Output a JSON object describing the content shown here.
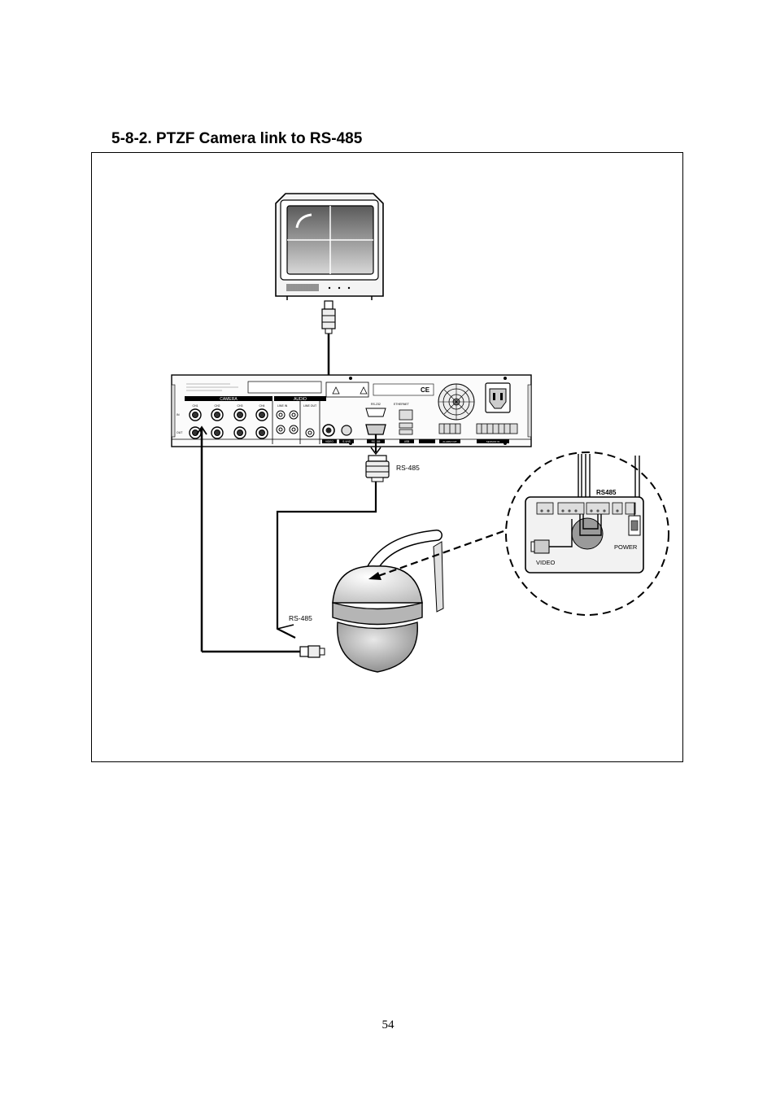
{
  "section": {
    "heading": "5-8-2. PTZF Camera link to RS-485"
  },
  "diagram": {
    "rear_panel": {
      "camera_header": "CAMERA",
      "audio_header": "AUDIO",
      "line_in": "LINE IN",
      "line_out": "LINE OUT",
      "in_label": "IN",
      "out_label": "OUT",
      "ch1": "CH1",
      "ch2": "CH2",
      "ch3": "CH3",
      "ch4": "CH4",
      "video_port": "VIDEO",
      "svhs_port": "S-VHS",
      "rs485_port": "RS-485",
      "rs232_port": "RS-232",
      "ethernet_port": "ETHERNET",
      "usb_port": "USB",
      "alarm_out": "ALARM OUT",
      "sensor_in": "SENSOR IN"
    },
    "label_rs485_connector": "RS-485",
    "label_rs485_camera": "RS-485",
    "inset": {
      "rs485": "RS485",
      "power": "POWER",
      "video": "VIDEO"
    }
  },
  "footer": {
    "page_number": "54"
  }
}
